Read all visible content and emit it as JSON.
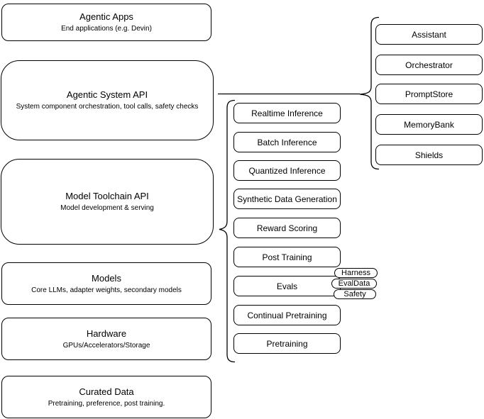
{
  "diagram": {
    "left_column": [
      {
        "title": "Agentic Apps",
        "subtitle": "End applications (e.g. Devin)"
      },
      {
        "title": "Agentic System API",
        "subtitle": "System component orchestration, tool calls, safety checks"
      },
      {
        "title": "Model Toolchain API",
        "subtitle": "Model development & serving"
      },
      {
        "title": "Models",
        "subtitle": "Core LLMs, adapter weights, secondary models"
      },
      {
        "title": "Hardware",
        "subtitle": "GPUs/Accelerators/Storage"
      },
      {
        "title": "Curated Data",
        "subtitle": "Pretraining, preference, post training."
      }
    ],
    "middle_column": [
      "Realtime Inference",
      "Batch Inference",
      "Quantized Inference",
      "Synthetic Data Generation",
      "Reward Scoring",
      "Post Training",
      "Evals",
      "Continual Pretraining",
      "Pretraining"
    ],
    "eval_pills": [
      "Harness",
      "EvalData",
      "Safety"
    ],
    "right_column": [
      "Assistant",
      "Orchestrator",
      "PromptStore",
      "MemoryBank",
      "Shields"
    ],
    "colors": {
      "stroke": "#000000",
      "node_fill": "#ffffff",
      "text": "#000000",
      "background": "#ffffff"
    }
  }
}
